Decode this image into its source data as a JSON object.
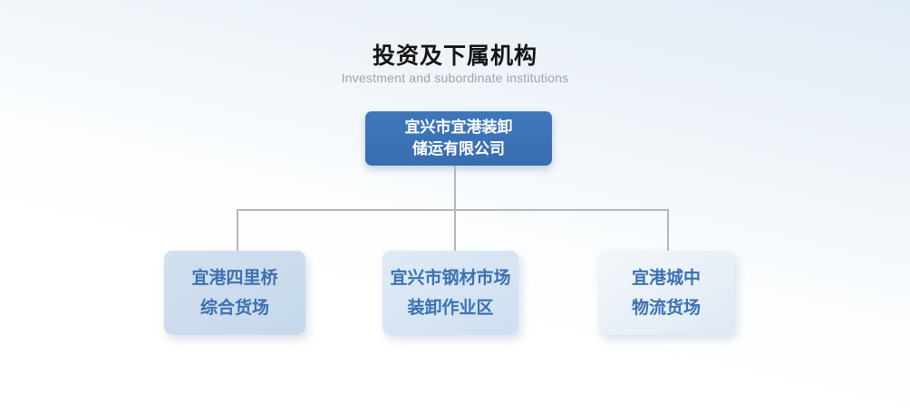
{
  "header": {
    "title": "投资及下属机构",
    "subtitle": "Investment and subordinate institutions"
  },
  "chart_data": {
    "type": "org-chart",
    "root": {
      "lines": [
        "宜兴市宜港装卸",
        "储运有限公司"
      ]
    },
    "children": [
      {
        "lines": [
          "宜港四里桥",
          "综合货场"
        ]
      },
      {
        "lines": [
          "宜兴市钢材市场",
          "装卸作业区"
        ]
      },
      {
        "lines": [
          "宜港城中",
          "物流货场"
        ]
      }
    ]
  },
  "colors": {
    "root_box": "#3a71b4",
    "root_text": "#ffffff",
    "child_box_1": "#c9dbec",
    "child_box_2": "#d5e3f2",
    "child_box_3": "#e7eef6",
    "child_text": "#3b71b2",
    "connector": "#b4b7b9",
    "title_text": "#141414",
    "subtitle_text": "#a0a4a8"
  }
}
